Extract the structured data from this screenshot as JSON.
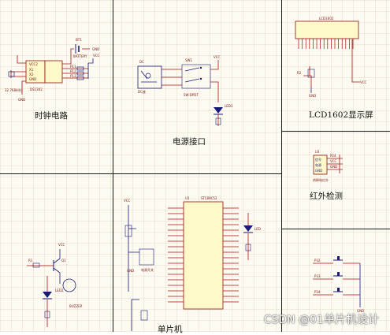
{
  "sections": {
    "clock": {
      "title": "时钟电路",
      "chip": "DS1302",
      "crystal": "32.768kHz",
      "battery": "BATTERY"
    },
    "power": {
      "title": "电源接口",
      "jack": "DC",
      "switch": "SW-DPDT",
      "led": "LED1"
    },
    "lcd": {
      "title": "LCD1602显示屏",
      "module": "LCD1602"
    },
    "ir": {
      "title": "红外检测"
    },
    "mcu": {
      "title": "单片机",
      "chip": "STC89C52"
    }
  },
  "watermark": "CSDN @01单片机设计"
}
